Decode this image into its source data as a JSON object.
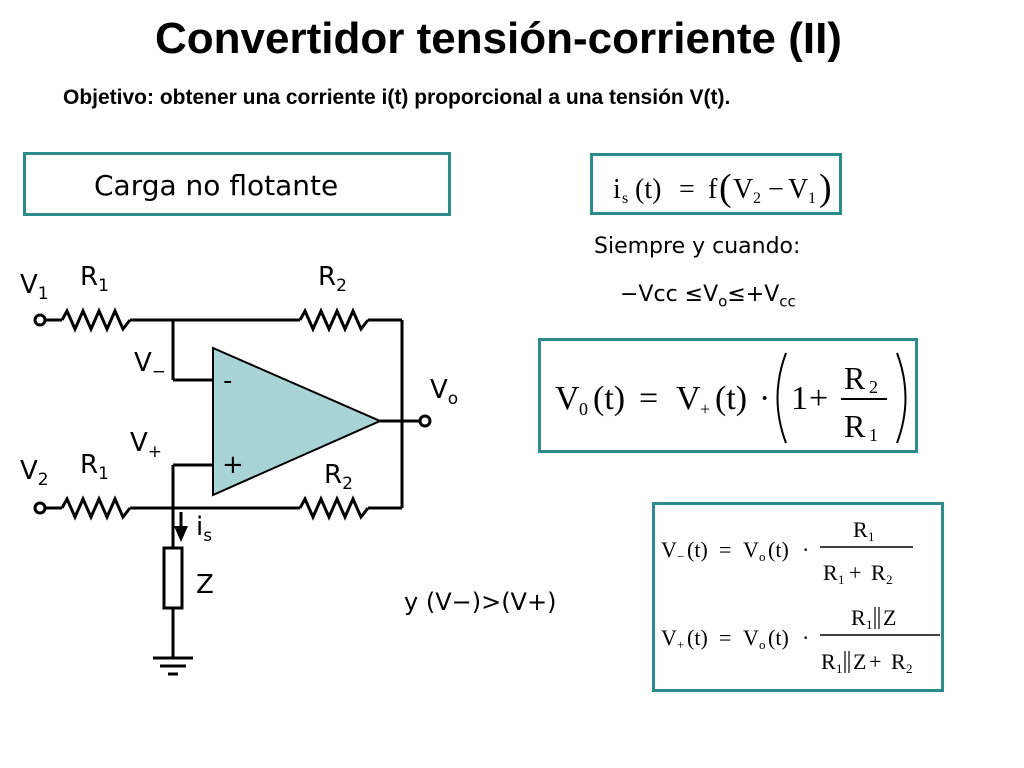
{
  "title": "Convertidor tensión-corriente (II)",
  "subtitle": "Objetivo: obtener una corriente i(t) proporcional a una tensión V(t).",
  "box_label": "Carga no flotante",
  "condition": {
    "line1": "Siempre y cuando:",
    "line2_prefix": "−Vcc ≤V",
    "line2_sub": "o",
    "line2_mid": "≤+V",
    "line2_sub2": "cc"
  },
  "note": "y (V−)>(V+)",
  "circuit": {
    "v1": "V",
    "v1_sub": "1",
    "v2": "V",
    "v2_sub": "2",
    "r1_top": "R",
    "r1_top_sub": "1",
    "r2_top": "R",
    "r2_top_sub": "2",
    "r1_bot": "R",
    "r1_bot_sub": "1",
    "r2_bot": "R",
    "r2_bot_sub": "2",
    "vminus": "V",
    "vminus_sub": "−",
    "vplus": "V",
    "vplus_sub": "+",
    "vo": "V",
    "vo_sub": "o",
    "is": "i",
    "is_sub": "s",
    "z": "Z",
    "minus_sign": "-",
    "plus_sign": "+"
  },
  "colors": {
    "accent_border": "#2e8b8b",
    "opamp_fill": "#a9d4d6"
  }
}
